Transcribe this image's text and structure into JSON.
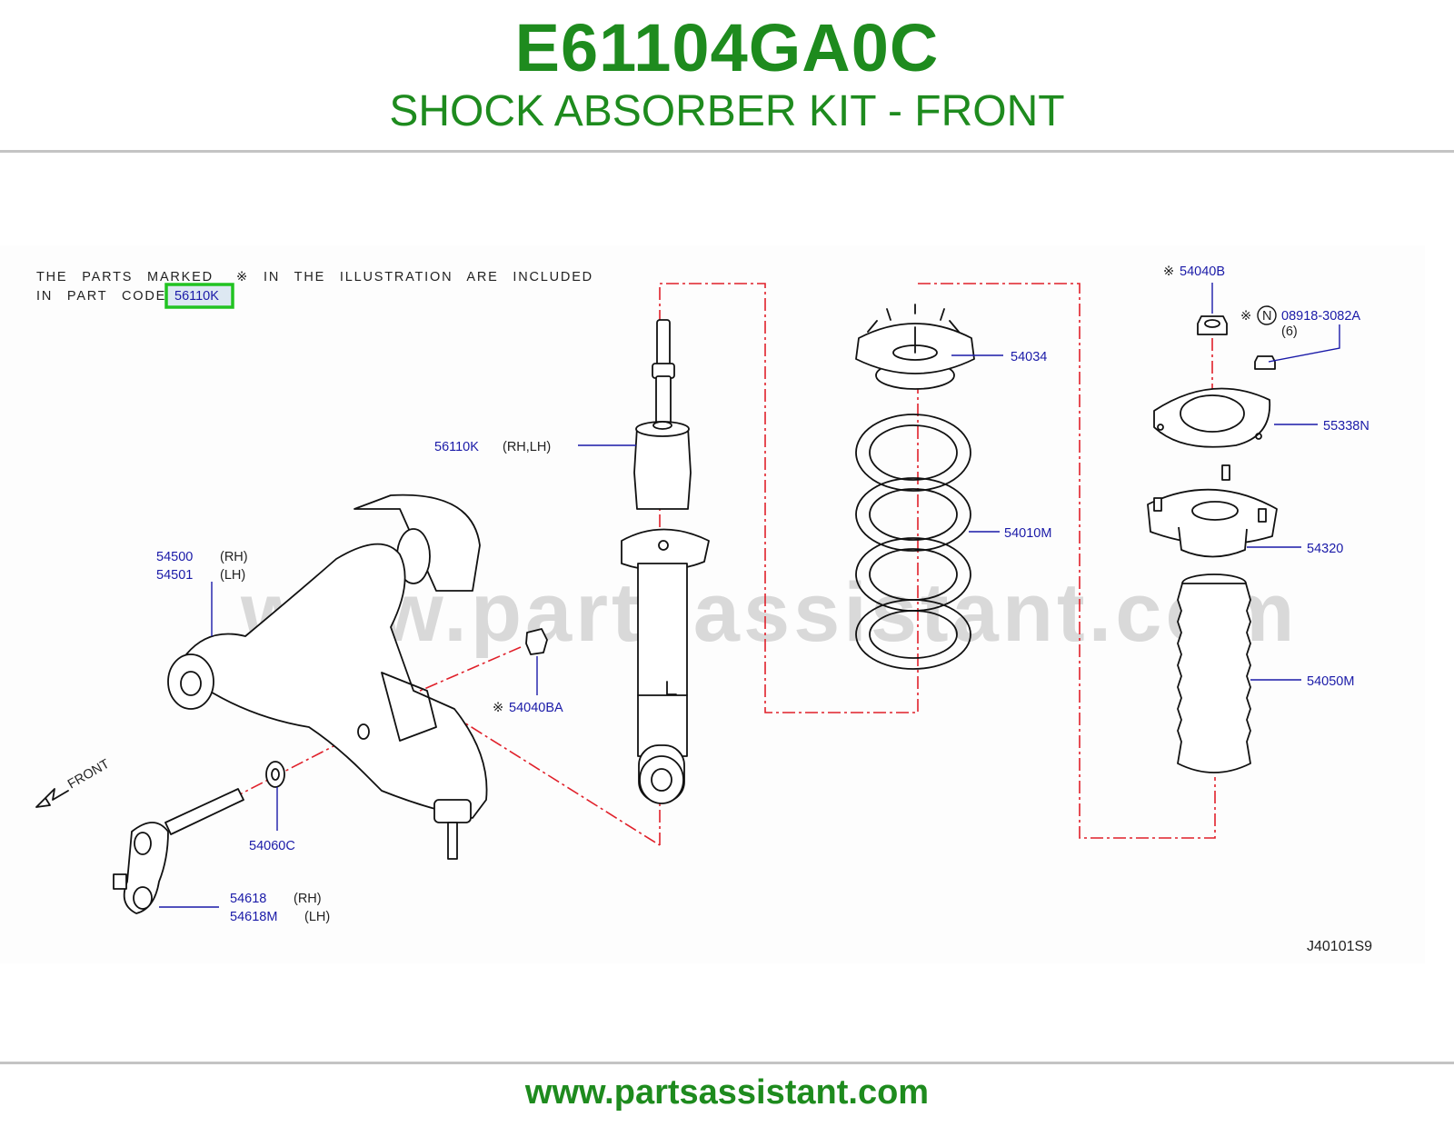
{
  "header": {
    "part_code": "E61104GA0C",
    "part_title": "SHOCK ABSORBER KIT - FRONT"
  },
  "note": {
    "line1": "THE PARTS MARKED",
    "mark": "※",
    "line1_tail": "IN THE ILLUSTRATION ARE INCLUDED",
    "line2": "IN PART CODE",
    "highlight_code": "56110K"
  },
  "callouts": {
    "c56110k": {
      "code": "56110K",
      "side": "(RH,LH)"
    },
    "c54034": {
      "code": "54034"
    },
    "c54010m": {
      "code": "54010M"
    },
    "c54040b": {
      "mark": "※",
      "code": "54040B"
    },
    "c08918": {
      "mark": "※",
      "circle": "N",
      "code": "08918-3082A",
      "qty": "(6)"
    },
    "c55338n": {
      "code": "55338N"
    },
    "c54320": {
      "code": "54320"
    },
    "c54050m": {
      "code": "54050M"
    },
    "c54500": {
      "code": "54500",
      "side": "(RH)"
    },
    "c54501": {
      "code": "54501",
      "side": "(LH)"
    },
    "c54040ba": {
      "mark": "※",
      "code": "54040BA"
    },
    "c54060c": {
      "code": "54060C"
    },
    "c54618": {
      "code": "54618",
      "side": "(RH)"
    },
    "c54618m": {
      "code": "54618M",
      "side": "(LH)"
    }
  },
  "front_label": "FRONT",
  "illustration_id": "J40101S9",
  "watermark": "www.partsassistant.com",
  "footer": {
    "url": "www.partsassistant.com"
  },
  "colors": {
    "brand_green": "#1e8b1e",
    "callout_blue": "#1a1aa8",
    "centerline_red": "#e0202a",
    "highlight_box": "#22c322"
  }
}
